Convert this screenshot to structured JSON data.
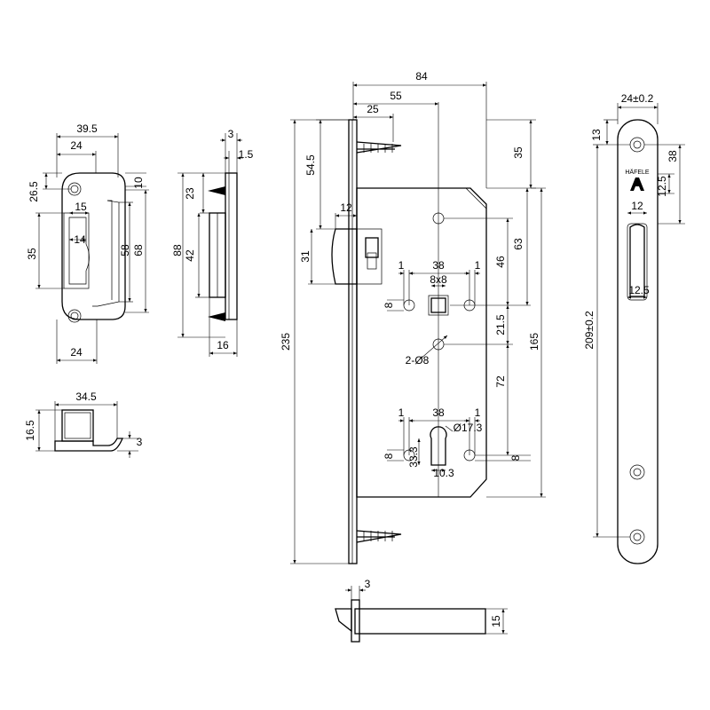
{
  "colors": {
    "line": "#000000",
    "background": "#ffffff"
  },
  "strike_plate": {
    "width": "39.5",
    "inner_width": "24",
    "edge_offset": "10",
    "top_hole": "26.5",
    "opening_width": "15",
    "opening_height": "35",
    "opening_inner": "14",
    "height_inner": "58",
    "height_outer": "68",
    "bottom_width": "24"
  },
  "strike_side": {
    "thickness": "3",
    "flange": "1.5",
    "top": "23",
    "outer_height": "88",
    "inner_height": "42",
    "depth": "16"
  },
  "strike_bottom": {
    "length": "34.5",
    "height": "16.5",
    "flange": "3"
  },
  "lock_body": {
    "total_depth": "84",
    "backset": "55",
    "latch_offset": "25",
    "top_to_latch": "54.5",
    "latch_height": "31",
    "latch_projection": "12",
    "top_to_body": "35",
    "handle_to_latch": "46",
    "handle_height": "63",
    "handle_bolt_offset_l": "1",
    "handle_bolt_spacing": "38",
    "handle_bolt_offset_r": "1",
    "square_spindle": "8x8",
    "handle_hole": "8",
    "fix_holes": "21.5",
    "fix_hole_dia": "2-Ø8",
    "centre_distance": "72",
    "body_height": "165",
    "cyl_bolt_offset_l": "1",
    "cyl_bolt_spacing": "38",
    "cyl_bolt_offset_r": "1",
    "cylinder_dia": "Ø17.3",
    "cylinder_hole_l": "8",
    "cylinder_height": "33.3",
    "cylinder_width": "10.3",
    "cylinder_hole_r": "8",
    "total_height": "235"
  },
  "forend": {
    "width": "24±0.2",
    "top_hole": "13",
    "to_latch": "38",
    "latch_gap": "12.5",
    "latch_width": "12",
    "slot_width": "12.5",
    "length": "209±0.2",
    "brand": "HÄFELE"
  },
  "lock_bottom": {
    "plate": "3",
    "height": "15"
  }
}
